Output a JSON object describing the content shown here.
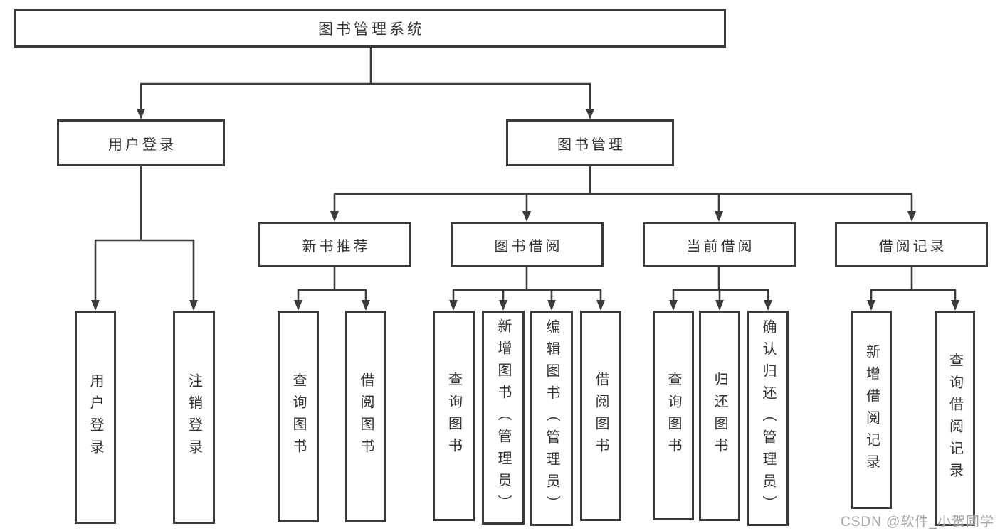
{
  "diagram": {
    "root": {
      "label": "图书管理系统"
    },
    "branches": [
      {
        "label": "用户登录",
        "children": [
          {
            "label": "用户登录"
          },
          {
            "label": "注销登录"
          }
        ]
      },
      {
        "label": "图书管理",
        "sections": [
          {
            "label": "新书推荐",
            "children": [
              {
                "label": "查询图书"
              },
              {
                "label": "借阅图书"
              }
            ]
          },
          {
            "label": "图书借阅",
            "children": [
              {
                "label": "查询图书"
              },
              {
                "label": "新增图书（管理员）"
              },
              {
                "label": "编辑图书（管理员）"
              },
              {
                "label": "借阅图书"
              }
            ]
          },
          {
            "label": "当前借阅",
            "children": [
              {
                "label": "查询图书"
              },
              {
                "label": "归还图书"
              },
              {
                "label": "确认归还（管理员）"
              }
            ]
          },
          {
            "label": "借阅记录",
            "children": [
              {
                "label": "新增借阅记录"
              },
              {
                "label": "查询借阅记录"
              }
            ]
          }
        ]
      }
    ]
  },
  "watermark": {
    "text": "CSDN @软件_小贺同学"
  },
  "colors": {
    "line": "#3b3b3b",
    "text": "#333333",
    "background": "#ffffff",
    "watermark": "#a4a4a4"
  }
}
